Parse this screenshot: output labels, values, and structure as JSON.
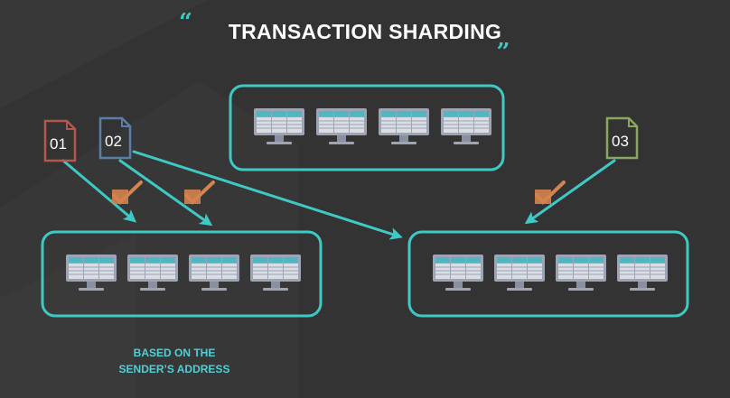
{
  "title": "TRANSACTION SHARDING",
  "quote_open": "“",
  "quote_close": "„",
  "documents": [
    {
      "label": "01",
      "color": "#b5574e"
    },
    {
      "label": "02",
      "color": "#5b7ea6"
    },
    {
      "label": "03",
      "color": "#8aa564"
    }
  ],
  "caption": {
    "line1": "BASED ON THE",
    "line2": "SENDER’S ADDRESS"
  },
  "colors": {
    "background": "#333333",
    "accent": "#3fc9c5",
    "check": "#d4834e",
    "monitor": "#9ea4b3",
    "screen": "#4fb6c2"
  },
  "shards": [
    {
      "name": "top",
      "nodes": 4
    },
    {
      "name": "left",
      "nodes": 4
    },
    {
      "name": "right",
      "nodes": 4
    }
  ]
}
